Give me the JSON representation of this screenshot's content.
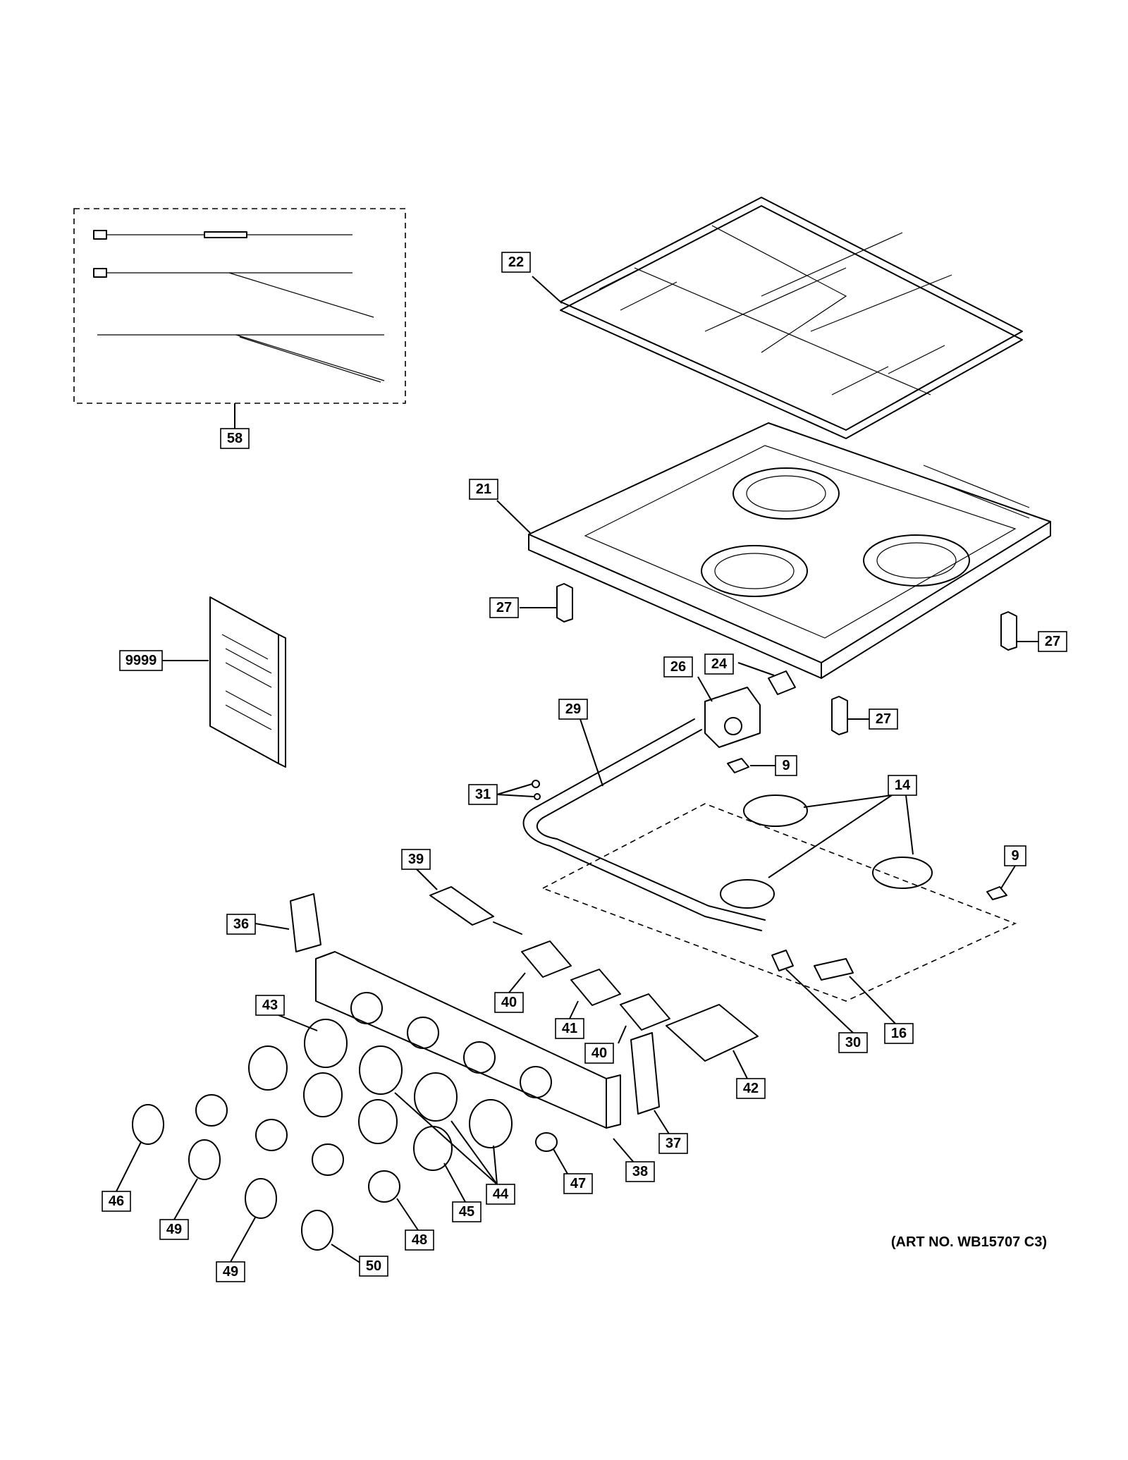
{
  "art_number": "(ART NO. WB15707 C3)",
  "parts": {
    "p58": "58",
    "p22": "22",
    "p21": "21",
    "p27a": "27",
    "p27b": "27",
    "p27c": "27",
    "p9999": "9999",
    "p24": "24",
    "p26": "26",
    "p29": "29",
    "p9a": "9",
    "p9b": "9",
    "p31": "31",
    "p14": "14",
    "p39": "39",
    "p36": "36",
    "p40a": "40",
    "p40b": "40",
    "p41": "41",
    "p42": "42",
    "p43": "43",
    "p16": "16",
    "p30": "30",
    "p37": "37",
    "p38": "38",
    "p44": "44",
    "p45": "45",
    "p46": "46",
    "p47": "47",
    "p48": "48",
    "p49a": "49",
    "p49b": "49",
    "p50": "50"
  }
}
